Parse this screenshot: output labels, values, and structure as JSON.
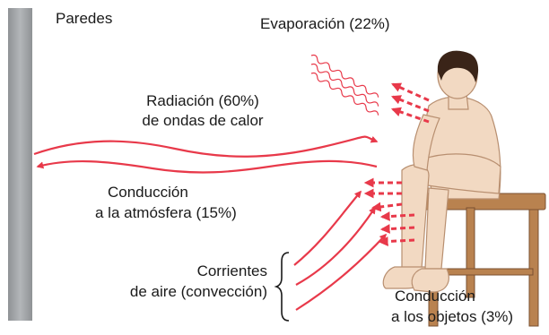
{
  "diagram": {
    "walls_label": "Paredes",
    "evaporation_label": "Evaporación (22%)",
    "radiation_line1": "Radiación (60%)",
    "radiation_line2": "de ondas de calor",
    "conduction_air_line1": "Conducción",
    "conduction_air_line2": "a la atmósfera (15%)",
    "convection_line1": "Corrientes",
    "convection_line2": "de aire (convección)",
    "conduction_objects_line1": "Conducción",
    "conduction_objects_line2": "a los objetos (3%)"
  },
  "colors": {
    "arrow": "#e8394a",
    "wall": "#a7aaad",
    "skin": "#f2d9c2",
    "hair": "#3a2418",
    "stool": "#b9824f"
  }
}
